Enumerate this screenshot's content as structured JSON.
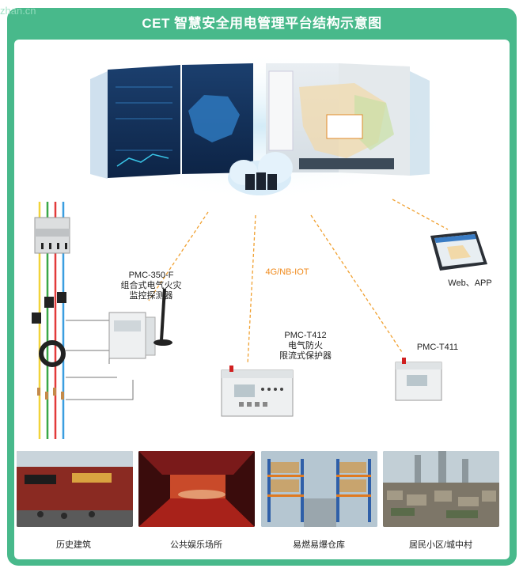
{
  "title": "CET 智慧安全用电管理平台结构示意图",
  "watermark": "zhan.cn",
  "network_label": "4G/NB-IOT",
  "web_app_label": "Web、APP",
  "devices": [
    {
      "model": "PMC-350-F",
      "desc_line1": "组合式电气火灾",
      "desc_line2": "监控探测器"
    },
    {
      "model": "PMC-T412",
      "desc_line1": "电气防火",
      "desc_line2": "限流式保护器"
    },
    {
      "model": "PMC-T411"
    }
  ],
  "scenes": [
    {
      "caption": "历史建筑"
    },
    {
      "caption": "公共娱乐场所"
    },
    {
      "caption": "易燃易爆仓库"
    },
    {
      "caption": "居民小区/城中村"
    }
  ],
  "colors": {
    "frame": "#48b98b",
    "dashed_link": "#f0a030",
    "network_label": "#f08a1c"
  }
}
